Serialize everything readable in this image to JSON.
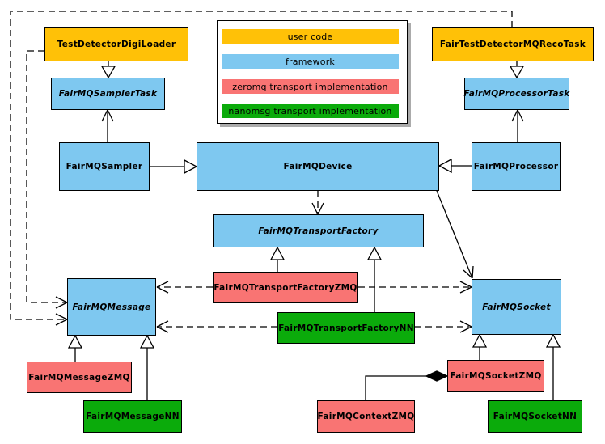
{
  "legend": {
    "items": [
      {
        "label": "user code",
        "color": "#ffc107"
      },
      {
        "label": "framework",
        "color": "#7ec8f0"
      },
      {
        "label": "zeromq transport implementation",
        "color": "#f97473"
      },
      {
        "label": "nanomsg transport implementation",
        "color": "#0bab0b"
      }
    ]
  },
  "nodes": {
    "test_detector_digi_loader": {
      "label": "TestDetectorDigiLoader",
      "category": "user code"
    },
    "fair_test_detector_mq_reco_task": {
      "label": "FairTestDetectorMQRecoTask",
      "category": "user code"
    },
    "fairmq_sampler_task": {
      "label": "FairMQSamplerTask",
      "category": "framework",
      "abstract": true
    },
    "fairmq_processor_task": {
      "label": "FairMQProcessorTask",
      "category": "framework",
      "abstract": true
    },
    "fairmq_sampler": {
      "label": "FairMQSampler",
      "category": "framework"
    },
    "fairmq_device": {
      "label": "FairMQDevice",
      "category": "framework"
    },
    "fairmq_processor": {
      "label": "FairMQProcessor",
      "category": "framework"
    },
    "fairmq_transport_factory": {
      "label": "FairMQTransportFactory",
      "category": "framework",
      "abstract": true
    },
    "fairmq_transport_factory_zmq": {
      "label": "FairMQTransportFactoryZMQ",
      "category": "zeromq transport implementation"
    },
    "fairmq_transport_factory_nn": {
      "label": "FairMQTransportFactoryNN",
      "category": "nanomsg transport implementation"
    },
    "fairmq_message": {
      "label": "FairMQMessage",
      "category": "framework",
      "abstract": true
    },
    "fairmq_socket": {
      "label": "FairMQSocket",
      "category": "framework",
      "abstract": true
    },
    "fairmq_message_zmq": {
      "label": "FairMQMessageZMQ",
      "category": "zeromq transport implementation"
    },
    "fairmq_message_nn": {
      "label": "FairMQMessageNN",
      "category": "nanomsg transport implementation"
    },
    "fairmq_socket_zmq": {
      "label": "FairMQSocketZMQ",
      "category": "zeromq transport implementation"
    },
    "fairmq_socket_nn": {
      "label": "FairMQSocketNN",
      "category": "nanomsg transport implementation"
    },
    "fairmq_context_zmq": {
      "label": "FairMQContextZMQ",
      "category": "zeromq transport implementation"
    }
  },
  "relations": [
    {
      "from": "TestDetectorDigiLoader",
      "to": "FairMQSamplerTask",
      "type": "inheritance"
    },
    {
      "from": "FairTestDetectorMQRecoTask",
      "to": "FairMQProcessorTask",
      "type": "inheritance"
    },
    {
      "from": "FairMQSampler",
      "to": "FairMQDevice",
      "type": "inheritance"
    },
    {
      "from": "FairMQProcessor",
      "to": "FairMQDevice",
      "type": "inheritance"
    },
    {
      "from": "FairMQSampler",
      "to": "FairMQSamplerTask",
      "type": "association"
    },
    {
      "from": "FairMQProcessor",
      "to": "FairMQProcessorTask",
      "type": "association"
    },
    {
      "from": "FairMQDevice",
      "to": "FairMQTransportFactory",
      "type": "dependency-dashed"
    },
    {
      "from": "FairMQDevice",
      "to": "FairMQSocket",
      "type": "association"
    },
    {
      "from": "FairMQTransportFactoryZMQ",
      "to": "FairMQTransportFactory",
      "type": "inheritance"
    },
    {
      "from": "FairMQTransportFactoryNN",
      "to": "FairMQTransportFactory",
      "type": "inheritance"
    },
    {
      "from": "FairMQTransportFactoryZMQ",
      "to": "FairMQMessage",
      "type": "dependency-dashed"
    },
    {
      "from": "FairMQTransportFactoryZMQ",
      "to": "FairMQSocket",
      "type": "dependency-dashed"
    },
    {
      "from": "FairMQTransportFactoryNN",
      "to": "FairMQMessage",
      "type": "dependency-dashed"
    },
    {
      "from": "FairMQTransportFactoryNN",
      "to": "FairMQSocket",
      "type": "dependency-dashed"
    },
    {
      "from": "TestDetectorDigiLoader",
      "to": "FairMQMessage",
      "type": "dependency-dashed"
    },
    {
      "from": "FairTestDetectorMQRecoTask",
      "to": "FairMQMessage",
      "type": "dependency-dashed"
    },
    {
      "from": "FairMQMessageZMQ",
      "to": "FairMQMessage",
      "type": "inheritance"
    },
    {
      "from": "FairMQMessageNN",
      "to": "FairMQMessage",
      "type": "inheritance"
    },
    {
      "from": "FairMQSocketZMQ",
      "to": "FairMQSocket",
      "type": "inheritance"
    },
    {
      "from": "FairMQSocketNN",
      "to": "FairMQSocket",
      "type": "inheritance"
    },
    {
      "from": "FairMQSocketZMQ",
      "to": "FairMQContextZMQ",
      "type": "composition"
    }
  ]
}
